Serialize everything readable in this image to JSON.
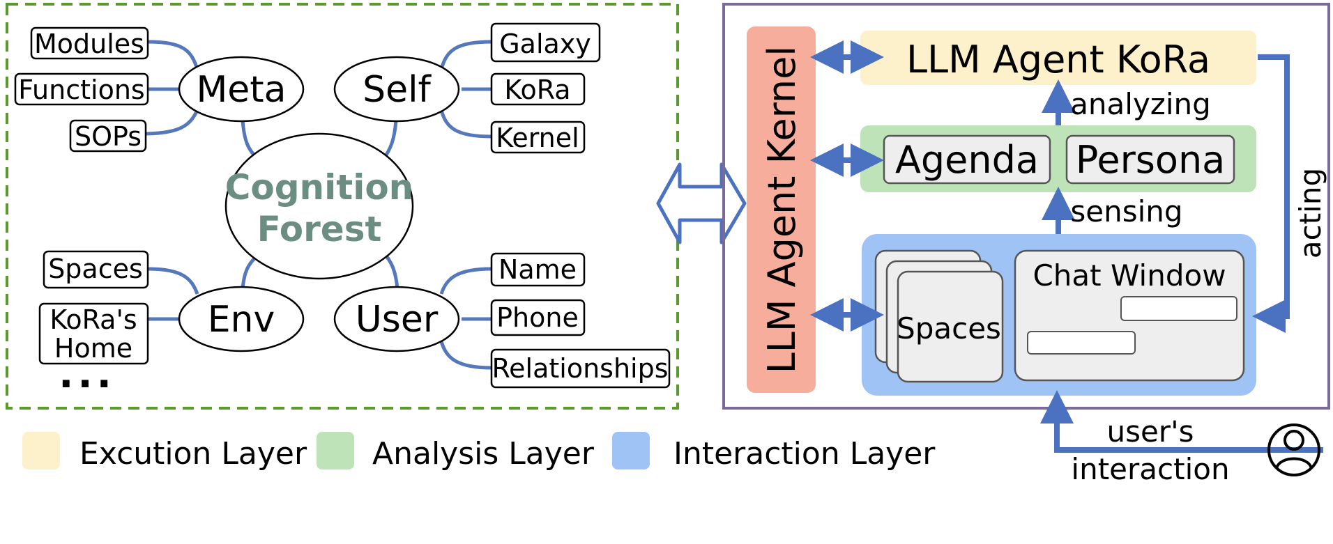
{
  "cognition_forest": {
    "center": "Cognition Forest",
    "center_lines": [
      "Cognition",
      "Forest"
    ],
    "branches": {
      "meta": {
        "label": "Meta",
        "leaves": [
          "Modules",
          "Functions",
          "SOPs"
        ]
      },
      "self": {
        "label": "Self",
        "leaves": [
          "Galaxy",
          "KoRa",
          "Kernel"
        ]
      },
      "env": {
        "label": "Env",
        "leaves": [
          "Spaces",
          "KoRa's Home"
        ],
        "leaf_lines": [
          "KoRa's",
          "Home"
        ],
        "more": "..."
      },
      "user": {
        "label": "User",
        "leaves": [
          "Name",
          "Phone",
          "Relationships"
        ]
      }
    }
  },
  "architecture": {
    "kernel": "LLM Agent Kernel",
    "execution_block": "LLM Agent KoRa",
    "analysis_block": [
      "Agenda",
      "Persona"
    ],
    "interaction_block": {
      "spaces": "Spaces",
      "chat_window": "Chat Window"
    },
    "flow_labels": {
      "analyzing": "analyzing",
      "sensing": "sensing",
      "acting": "acting",
      "user_interaction_line1": "user's",
      "user_interaction_line2": "interaction"
    },
    "user_icon": "user-icon"
  },
  "legend": [
    {
      "label": "Excution Layer",
      "color": "#fdf1cc"
    },
    {
      "label": "Analysis Layer",
      "color": "#bfe3b8"
    },
    {
      "label": "Interaction Layer",
      "color": "#9fc3f5"
    }
  ],
  "colors": {
    "branch_line": "#5577bb",
    "arrow": "#4a72c0",
    "dashed_border": "#5a9a2a",
    "frame_border": "#7a6a9a",
    "kernel_fill": "#f6ad9c",
    "cognition_text": "#6c8d82"
  }
}
